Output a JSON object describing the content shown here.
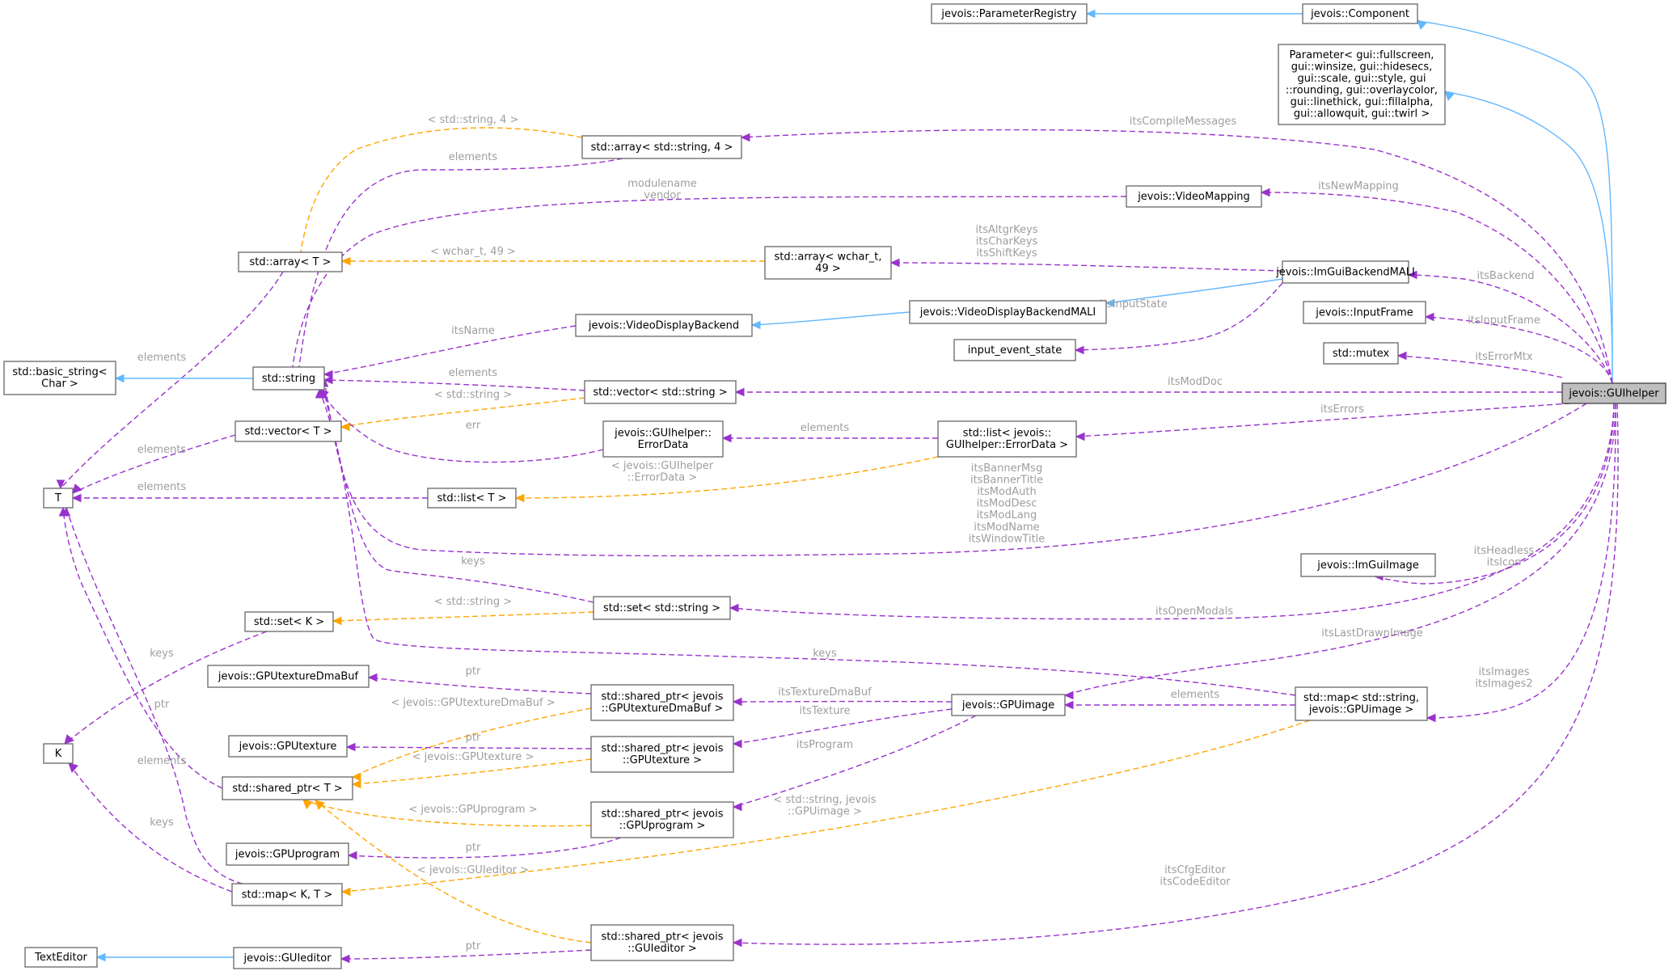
{
  "nodes": {
    "guihelper": {
      "lines": [
        "jevois::GUIhelper"
      ],
      "focus": true
    },
    "component": {
      "lines": [
        "jevois::Component"
      ]
    },
    "parameterregistry": {
      "lines": [
        "jevois::ParameterRegistry"
      ]
    },
    "parameter": {
      "lines": [
        "Parameter< gui::fullscreen,",
        "gui::winsize, gui::hidesecs,",
        "gui::scale, gui::style, gui",
        "::rounding, gui::overlaycolor,",
        "gui::linethick, gui::fillalpha,",
        "gui::allowquit, gui::twirl >"
      ]
    },
    "arr_string4": {
      "lines": [
        "std::array< std::string, 4 >"
      ]
    },
    "videomapping": {
      "lines": [
        "jevois::VideoMapping"
      ]
    },
    "arr_wchar": {
      "lines": [
        "std::array< wchar_t,",
        "49 >"
      ]
    },
    "arr_T": {
      "lines": [
        "std::array< T >"
      ]
    },
    "imguibackend": {
      "lines": [
        "jevois::ImGuiBackendMALI"
      ]
    },
    "vdbmali": {
      "lines": [
        "jevois::VideoDisplayBackendMALI"
      ]
    },
    "vdb": {
      "lines": [
        "jevois::VideoDisplayBackend"
      ]
    },
    "inputframe": {
      "lines": [
        "jevois::InputFrame"
      ]
    },
    "inputevent": {
      "lines": [
        "input_event_state"
      ]
    },
    "mutex": {
      "lines": [
        "std::mutex"
      ]
    },
    "basic_string": {
      "lines": [
        "std::basic_string<",
        "Char >"
      ]
    },
    "string": {
      "lines": [
        "std::string"
      ]
    },
    "vec_string": {
      "lines": [
        "std::vector< std::string >"
      ]
    },
    "vec_T": {
      "lines": [
        "std::vector< T >"
      ]
    },
    "errordata": {
      "lines": [
        "jevois::GUIhelper::",
        "ErrorData"
      ]
    },
    "list_errordata": {
      "lines": [
        "std::list< jevois::",
        "GUIhelper::ErrorData >"
      ]
    },
    "T": {
      "lines": [
        "T"
      ]
    },
    "list_T": {
      "lines": [
        "std::list< T >"
      ]
    },
    "imguiimage": {
      "lines": [
        "jevois::ImGuiImage"
      ]
    },
    "set_string": {
      "lines": [
        "std::set< std::string >"
      ]
    },
    "set_K": {
      "lines": [
        "std::set< K >"
      ]
    },
    "gputexdmabuf": {
      "lines": [
        "jevois::GPUtextureDmaBuf"
      ]
    },
    "sp_gputexdmabuf": {
      "lines": [
        "std::shared_ptr< jevois",
        "::GPUtextureDmaBuf >"
      ]
    },
    "gpuimage": {
      "lines": [
        "jevois::GPUimage"
      ]
    },
    "map_gpuimage": {
      "lines": [
        "std::map< std::string,",
        "jevois::GPUimage >"
      ]
    },
    "K": {
      "lines": [
        "K"
      ]
    },
    "gputexture": {
      "lines": [
        "jevois::GPUtexture"
      ]
    },
    "sp_gputexture": {
      "lines": [
        "std::shared_ptr< jevois",
        "::GPUtexture >"
      ]
    },
    "sp_T": {
      "lines": [
        "std::shared_ptr< T >"
      ]
    },
    "sp_gpuprogram": {
      "lines": [
        "std::shared_ptr< jevois",
        "::GPUprogram >"
      ]
    },
    "gpuprogram": {
      "lines": [
        "jevois::GPUprogram"
      ]
    },
    "map_KT": {
      "lines": [
        "std::map< K, T >"
      ]
    },
    "texteditor": {
      "lines": [
        "TextEditor"
      ]
    },
    "guieditor": {
      "lines": [
        "jevois::GUIeditor"
      ]
    },
    "sp_guieditor": {
      "lines": [
        "std::shared_ptr< jevois",
        "::GUIeditor >"
      ]
    }
  },
  "edges": [
    {
      "kind": "inherit",
      "from": "component",
      "to": "parameterregistry",
      "label": []
    },
    {
      "kind": "inherit",
      "from": "guihelper",
      "to": "component",
      "label": []
    },
    {
      "kind": "inherit",
      "from": "guihelper",
      "to": "parameter",
      "label": []
    },
    {
      "kind": "use",
      "from": "guihelper",
      "to": "arr_string4",
      "label": [
        "itsCompileMessages"
      ]
    },
    {
      "kind": "use",
      "from": "guihelper",
      "to": "videomapping",
      "label": [
        "itsNewMapping"
      ]
    },
    {
      "kind": "use",
      "from": "guihelper",
      "to": "imguibackend",
      "label": [
        "itsBackend"
      ]
    },
    {
      "kind": "use",
      "from": "guihelper",
      "to": "inputframe",
      "label": [
        "itsInputFrame"
      ]
    },
    {
      "kind": "use",
      "from": "guihelper",
      "to": "mutex",
      "label": [
        "itsErrorMtx"
      ]
    },
    {
      "kind": "use",
      "from": "guihelper",
      "to": "vec_string",
      "label": [
        "itsModDoc"
      ]
    },
    {
      "kind": "use",
      "from": "guihelper",
      "to": "list_errordata",
      "label": [
        "itsErrors"
      ]
    },
    {
      "kind": "use",
      "from": "guihelper",
      "to": "string",
      "label": [
        "itsBannerMsg",
        "itsBannerTitle",
        "itsModAuth",
        "itsModDesc",
        "itsModLang",
        "itsModName",
        "itsWindowTitle"
      ]
    },
    {
      "kind": "use",
      "from": "guihelper",
      "to": "imguiimage",
      "label": [
        "itsHeadless",
        "itsIcon"
      ]
    },
    {
      "kind": "use",
      "from": "guihelper",
      "to": "set_string",
      "label": [
        "itsOpenModals"
      ]
    },
    {
      "kind": "use",
      "from": "guihelper",
      "to": "gpuimage",
      "label": [
        "itsLastDrawnImage"
      ]
    },
    {
      "kind": "use",
      "from": "guihelper",
      "to": "map_gpuimage",
      "label": [
        "itsImages",
        "itsImages2"
      ]
    },
    {
      "kind": "use",
      "from": "guihelper",
      "to": "sp_guieditor",
      "label": [
        "itsCfgEditor",
        "itsCodeEditor"
      ]
    },
    {
      "kind": "use",
      "from": "imguibackend",
      "to": "arr_wchar",
      "label": [
        "itsAltgrKeys",
        "itsCharKeys",
        "itsShiftKeys"
      ]
    },
    {
      "kind": "inherit",
      "from": "imguibackend",
      "to": "vdbmali",
      "label": []
    },
    {
      "kind": "use",
      "from": "imguibackend",
      "to": "inputevent",
      "label": [
        "itsInputState"
      ]
    },
    {
      "kind": "inherit",
      "from": "vdbmali",
      "to": "vdb",
      "label": []
    },
    {
      "kind": "use",
      "from": "vdb",
      "to": "string",
      "label": [
        "itsName"
      ]
    },
    {
      "kind": "use",
      "from": "videomapping",
      "to": "string",
      "label": [
        "modulename",
        "vendor"
      ]
    },
    {
      "kind": "use",
      "from": "arr_string4",
      "to": "string",
      "label": [
        "elements"
      ]
    },
    {
      "kind": "template",
      "from": "arr_string4",
      "to": "arr_T",
      "label": [
        "< std::string, 4 >"
      ]
    },
    {
      "kind": "template",
      "from": "arr_wchar",
      "to": "arr_T",
      "label": [
        "< wchar_t, 49 >"
      ]
    },
    {
      "kind": "use",
      "from": "arr_T",
      "to": "T",
      "label": [
        "elements"
      ]
    },
    {
      "kind": "inherit",
      "from": "string",
      "to": "basic_string",
      "label": []
    },
    {
      "kind": "use",
      "from": "vec_string",
      "to": "string",
      "label": [
        "elements"
      ]
    },
    {
      "kind": "template",
      "from": "vec_string",
      "to": "vec_T",
      "label": [
        "< std::string >"
      ]
    },
    {
      "kind": "use",
      "from": "vec_T",
      "to": "T",
      "label": [
        "elements"
      ]
    },
    {
      "kind": "use",
      "from": "errordata",
      "to": "string",
      "label": [
        "err"
      ]
    },
    {
      "kind": "use",
      "from": "list_errordata",
      "to": "errordata",
      "label": [
        "elements"
      ]
    },
    {
      "kind": "template",
      "from": "list_errordata",
      "to": "list_T",
      "label": [
        "< jevois::GUIhelper",
        "::ErrorData >"
      ]
    },
    {
      "kind": "use",
      "from": "list_T",
      "to": "T",
      "label": [
        "elements"
      ]
    },
    {
      "kind": "use",
      "from": "set_string",
      "to": "string",
      "label": [
        "keys"
      ]
    },
    {
      "kind": "template",
      "from": "set_string",
      "to": "set_K",
      "label": [
        "< std::string >"
      ]
    },
    {
      "kind": "use",
      "from": "set_K",
      "to": "K",
      "label": [
        "keys"
      ]
    },
    {
      "kind": "use",
      "from": "map_gpuimage",
      "to": "string",
      "label": [
        "keys"
      ]
    },
    {
      "kind": "use",
      "from": "map_gpuimage",
      "to": "gpuimage",
      "label": [
        "elements"
      ]
    },
    {
      "kind": "template",
      "from": "map_gpuimage",
      "to": "map_KT",
      "label": [
        "< std::string, jevois",
        "::GPUimage >"
      ]
    },
    {
      "kind": "use",
      "from": "gpuimage",
      "to": "sp_gputexdmabuf",
      "label": [
        "itsTextureDmaBuf"
      ]
    },
    {
      "kind": "use",
      "from": "gpuimage",
      "to": "sp_gputexture",
      "label": [
        "itsTexture"
      ]
    },
    {
      "kind": "use",
      "from": "gpuimage",
      "to": "sp_gpuprogram",
      "label": [
        "itsProgram"
      ]
    },
    {
      "kind": "use",
      "from": "sp_gputexdmabuf",
      "to": "gputexdmabuf",
      "label": [
        "ptr"
      ]
    },
    {
      "kind": "template",
      "from": "sp_gputexdmabuf",
      "to": "sp_T",
      "label": [
        "< jevois::GPUtextureDmaBuf >"
      ]
    },
    {
      "kind": "use",
      "from": "sp_gputexture",
      "to": "gputexture",
      "label": [
        "ptr"
      ]
    },
    {
      "kind": "template",
      "from": "sp_gputexture",
      "to": "sp_T",
      "label": [
        "< jevois::GPUtexture >"
      ]
    },
    {
      "kind": "use",
      "from": "sp_gpuprogram",
      "to": "gpuprogram",
      "label": [
        "ptr"
      ]
    },
    {
      "kind": "template",
      "from": "sp_gpuprogram",
      "to": "sp_T",
      "label": [
        "< jevois::GPUprogram >"
      ]
    },
    {
      "kind": "use",
      "from": "sp_T",
      "to": "T",
      "label": [
        "ptr"
      ]
    },
    {
      "kind": "use",
      "from": "map_KT",
      "to": "K",
      "label": [
        "keys"
      ]
    },
    {
      "kind": "use",
      "from": "map_KT",
      "to": "T",
      "label": [
        "elements"
      ]
    },
    {
      "kind": "use",
      "from": "sp_guieditor",
      "to": "guieditor",
      "label": [
        "ptr"
      ]
    },
    {
      "kind": "template",
      "from": "sp_guieditor",
      "to": "sp_T",
      "label": [
        "< jevois::GUIeditor >"
      ]
    },
    {
      "kind": "inherit",
      "from": "guieditor",
      "to": "texteditor",
      "label": []
    }
  ]
}
